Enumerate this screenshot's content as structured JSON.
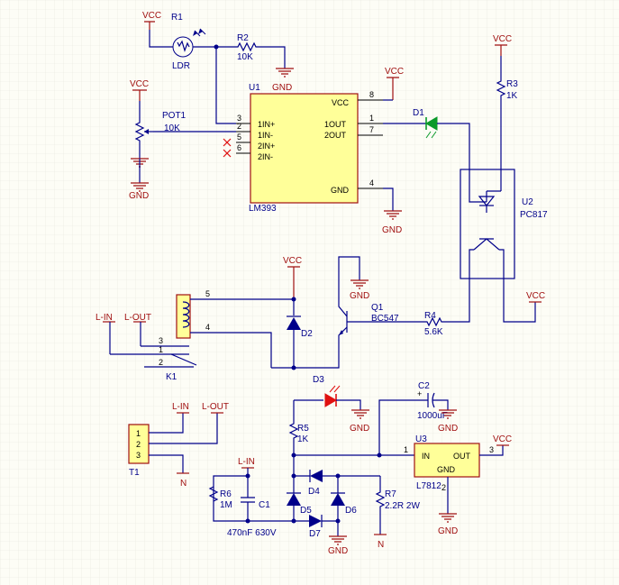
{
  "power": {
    "vcc": "VCC",
    "gnd": "GND",
    "n": "N"
  },
  "nets": {
    "l_in": "L-IN",
    "l_out": "L-OUT"
  },
  "u1": {
    "ref": "U1",
    "part": "LM393",
    "pins": {
      "in1p": "1IN+",
      "in1m": "1IN-",
      "in2p": "2IN+",
      "in2m": "2IN-",
      "out1": "1OUT",
      "out2": "2OUT",
      "vcc": "VCC",
      "gnd": "GND"
    },
    "nums": {
      "p3": "3",
      "p2": "2",
      "p5": "5",
      "p6": "6",
      "p1": "1",
      "p7": "7",
      "p8": "8",
      "p4": "4"
    }
  },
  "u2": {
    "ref": "U2",
    "part": "PC817"
  },
  "u3": {
    "ref": "U3",
    "part": "L7812",
    "pins": {
      "in": "IN",
      "out": "OUT",
      "gnd": "GND"
    },
    "nums": {
      "p1": "1",
      "p2": "2",
      "p3": "3"
    }
  },
  "r1": {
    "ref": "R1",
    "value": "LDR"
  },
  "r2": {
    "ref": "R2",
    "value": "10K"
  },
  "r3": {
    "ref": "R3",
    "value": "1K"
  },
  "r4": {
    "ref": "R4",
    "value": "5.6K"
  },
  "r5": {
    "ref": "R5",
    "value": "1K"
  },
  "r6": {
    "ref": "R6",
    "value": "1M"
  },
  "r7": {
    "ref": "R7",
    "value": "2.2R 2W"
  },
  "pot1": {
    "ref": "POT1",
    "value": "10K"
  },
  "d1": {
    "ref": "D1"
  },
  "d2": {
    "ref": "D2"
  },
  "d3": {
    "ref": "D3"
  },
  "d4": {
    "ref": "D4"
  },
  "d5": {
    "ref": "D5"
  },
  "d6": {
    "ref": "D6"
  },
  "d7": {
    "ref": "D7"
  },
  "q1": {
    "ref": "Q1",
    "part": "BC547"
  },
  "k1": {
    "ref": "K1",
    "pins": {
      "p5": "5",
      "p4": "4",
      "p3": "3",
      "p1": "1",
      "p2": "2"
    }
  },
  "c1": {
    "ref": "C1",
    "value": "470nF 630V"
  },
  "c2": {
    "ref": "C2",
    "value": "1000uF"
  },
  "t1": {
    "ref": "T1",
    "pins": {
      "p1": "1",
      "p2": "2",
      "p3": "3"
    }
  },
  "colors": {
    "wire": "#00008a",
    "power": "#a01010",
    "ic_fill": "#ffff99",
    "led_green": "#0a9a2a",
    "led_red": "#e01010",
    "grid": "#e6e6dc"
  }
}
